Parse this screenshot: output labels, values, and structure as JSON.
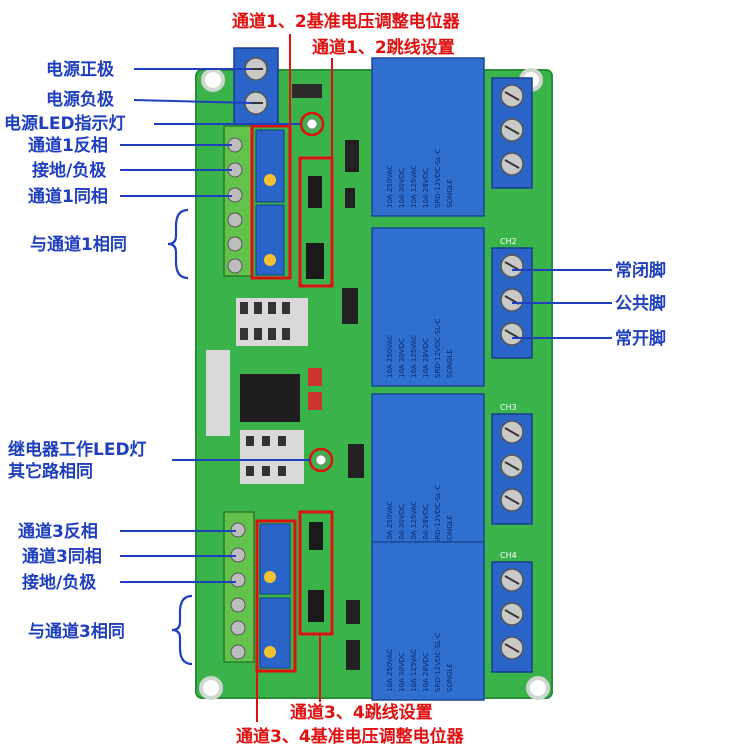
{
  "colors": {
    "pcb": "#39b34a",
    "pcb_dark": "#2a8c37",
    "relay": "#2f6fcf",
    "terminal_blue": "#2a64c8",
    "terminal_green": "#63c24b",
    "label_blue": "#1f3fbf",
    "label_red": "#e01010"
  },
  "labels": {
    "power_positive": "电源正极",
    "power_negative": "电源负极",
    "power_led": "电源LED指示灯",
    "ch1_inverted": "通道1反相",
    "ground_negative_1": "接地/负极",
    "ch1_same_phase": "通道1同相",
    "same_as_ch1": "与通道1相同",
    "relay_led_line1": "继电器工作LED灯",
    "relay_led_line2": "其它路相同",
    "ch3_inverted": "通道3反相",
    "ch3_same_phase": "通道3同相",
    "ground_negative_3": "接地/负极",
    "same_as_ch3": "与通道3相同",
    "normally_closed": "常闭脚",
    "common": "公共脚",
    "normally_open": "常开脚"
  },
  "top_red": {
    "ch12_potentiometer": "通道1、2基准电压调整电位器",
    "ch12_jumper": "通道1、2跳线设置"
  },
  "bottom_red": {
    "ch34_jumper": "通道3、4跳线设置",
    "ch34_potentiometer": "通道3、4基准电压调整电位器"
  },
  "relay_print": {
    "brand": "SONGLE",
    "rating1": "10A 250VAC",
    "rating2": "10A 30VDC",
    "rating3": "10A 125VAC",
    "rating4": "10A 28VDC",
    "model": "SRD-12VDC-SL-C"
  },
  "channels": [
    "CH2",
    "CH3",
    "CH4"
  ]
}
